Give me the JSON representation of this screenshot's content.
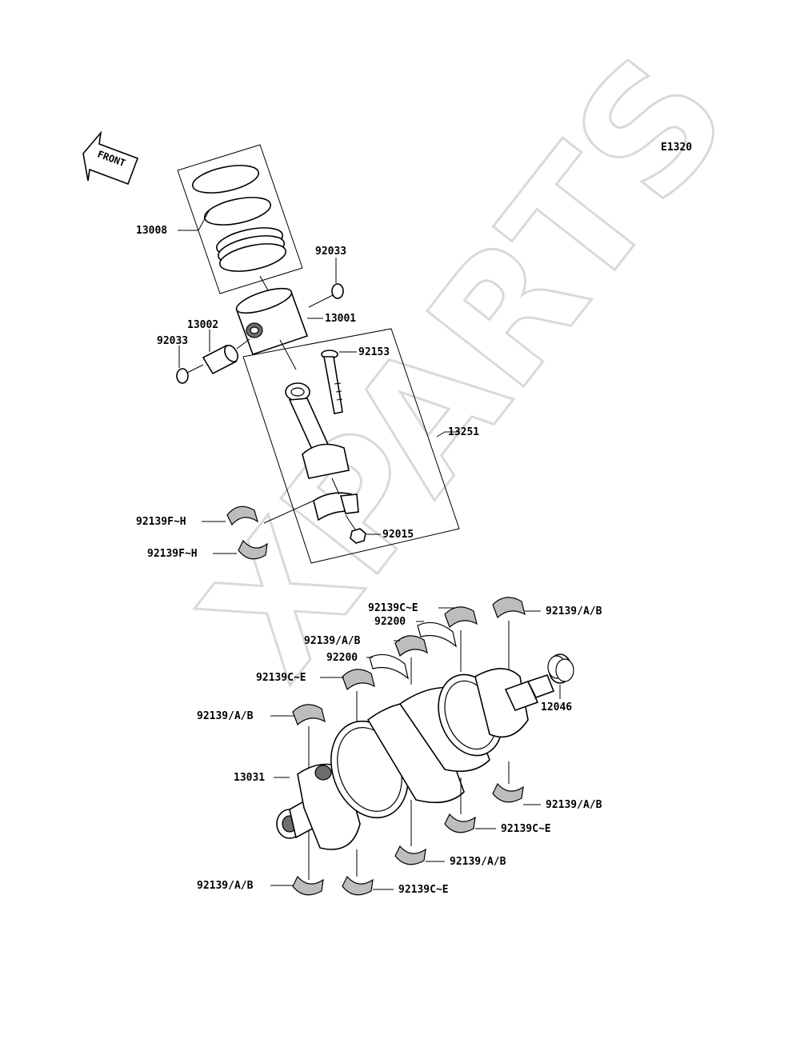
{
  "diagram_code": "E1320",
  "watermark": "XPARTS",
  "front_arrow": {
    "label": "FRONT"
  },
  "labels": {
    "l_13008": "13008",
    "l_92033_top": "92033",
    "l_13001": "13001",
    "l_13002": "13002",
    "l_92033_left": "92033",
    "l_92153": "92153",
    "l_13251": "13251",
    "l_92139FH_1": "92139F~H",
    "l_92015": "92015",
    "l_92139FH_2": "92139F~H",
    "l_92139CE_top": "92139C~E",
    "l_92139AB_topright": "92139/A/B",
    "l_92200_1": "92200",
    "l_92139AB_mid": "92139/A/B",
    "l_92200_2": "92200",
    "l_92139CE_mid": "92139C~E",
    "l_12046": "12046",
    "l_92139AB_left": "92139/A/B",
    "l_13031": "13031",
    "l_92139AB_right_low": "92139/A/B",
    "l_92139CE_right_low": "92139C~E",
    "l_92139AB_bottom_mid": "92139/A/B",
    "l_92139AB_bottom_left": "92139/A/B",
    "l_92139CE_bottom": "92139C~E"
  }
}
